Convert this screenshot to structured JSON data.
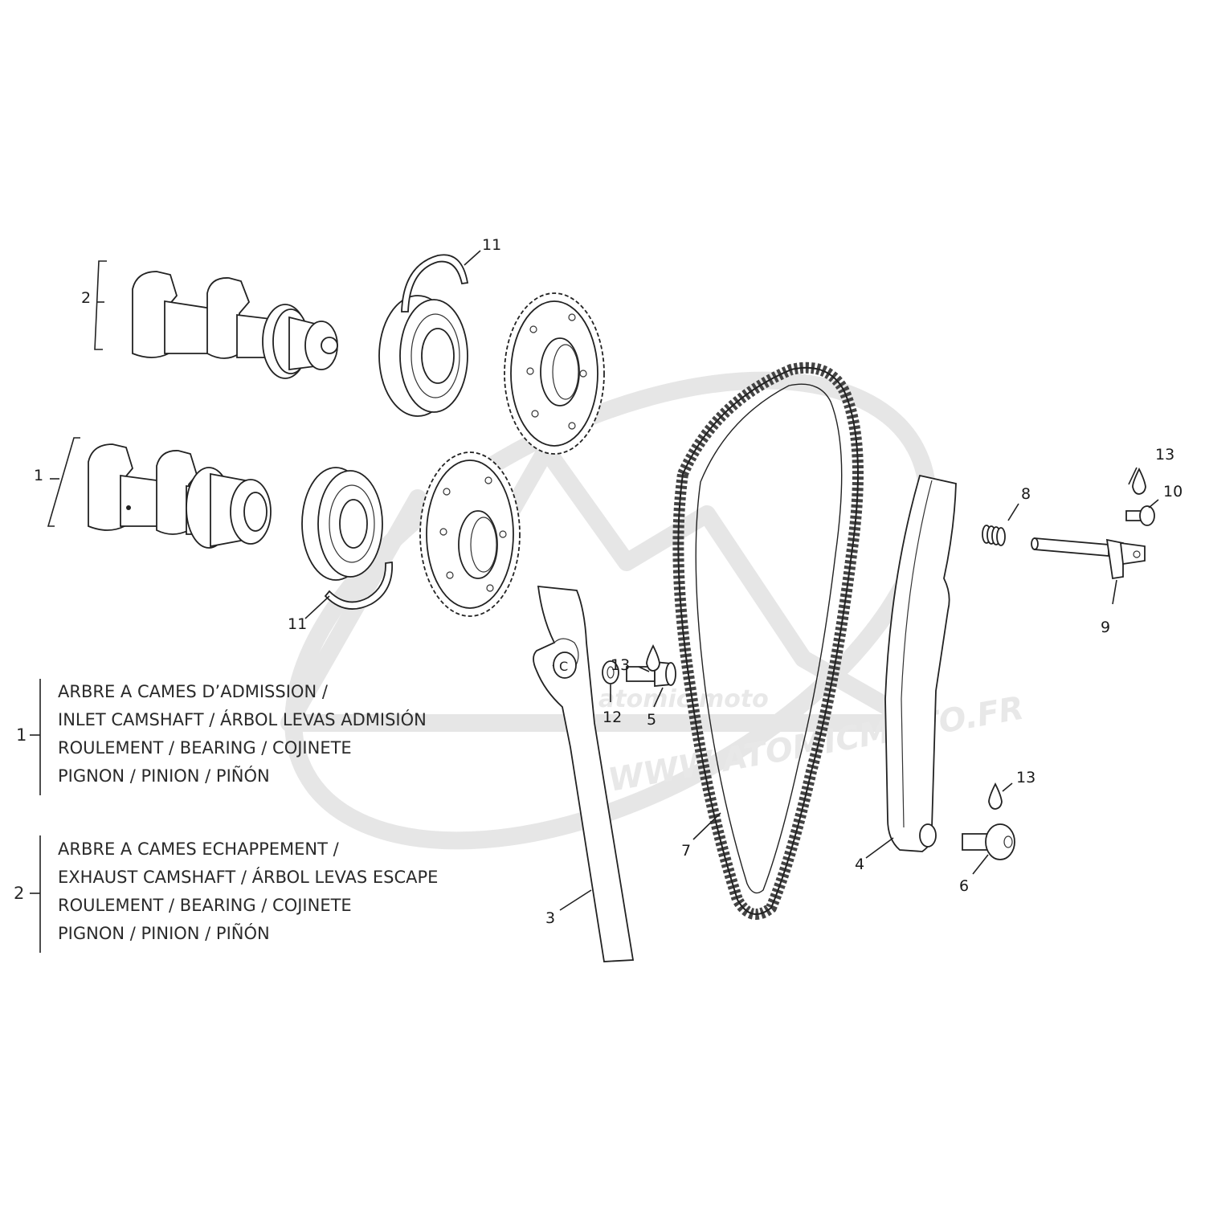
{
  "watermark": {
    "logo_text": "atomic moto",
    "url_text": "WWW.ATOMICMOTO.FR"
  },
  "callouts": {
    "c1": "1",
    "c2": "2",
    "c3": "3",
    "c4": "4",
    "c5": "5",
    "c6": "6",
    "c7": "7",
    "c8": "8",
    "c9": "9",
    "c10": "10",
    "c11a": "11",
    "c11b": "11",
    "c12": "12",
    "c13a": "13",
    "c13b": "13",
    "c13c": "13"
  },
  "legend": [
    {
      "number": "1",
      "lines": [
        "ARBRE A CAMES D’ADMISSION /",
        "INLET CAMSHAFT / ÁRBOL LEVAS ADMISIÓN",
        "ROULEMENT / BEARING / COJINETE",
        "PIGNON / PINION / PIÑÓN"
      ]
    },
    {
      "number": "2",
      "lines": [
        "ARBRE A CAMES ECHAPPEMENT /",
        "EXHAUST CAMSHAFT / ÁRBOL LEVAS ESCAPE",
        "ROULEMENT / BEARING / COJINETE",
        "PIGNON / PINION / PIÑÓN"
      ]
    }
  ]
}
